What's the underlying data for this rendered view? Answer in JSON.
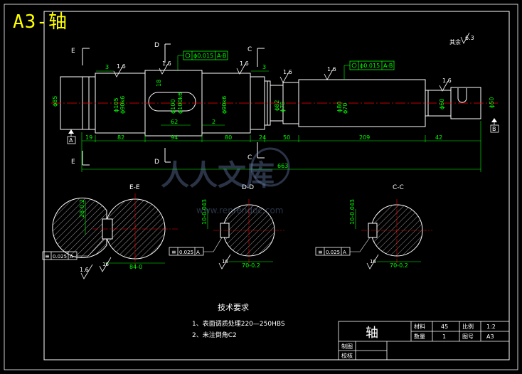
{
  "sheet_title": "A3-轴",
  "roughness_other": "其余",
  "roughness_other_value": "6.3",
  "section_letters": {
    "E": "E",
    "D": "D",
    "C": "C"
  },
  "datums": {
    "A": "A",
    "B": "B"
  },
  "tolerance_frames": [
    {
      "value": "ϕ0.015",
      "datum": "A-B"
    },
    {
      "value": "ϕ0.015",
      "datum": "A-B"
    }
  ],
  "roughness_values": [
    "1.6",
    "1.6",
    "1.6",
    "1.6",
    "1.6",
    "1.6"
  ],
  "top_dims": {
    "d3a": "3",
    "d3b": "3",
    "d2": "2",
    "d62": "62"
  },
  "bottom_dims": [
    "19",
    "82",
    "94",
    "80",
    "24",
    "50",
    "209",
    "42"
  ],
  "overall_length": "663",
  "diameters": {
    "left_end": "ϕ85",
    "journal1": "ϕ105",
    "journal1b": "ϕ90k6",
    "center": "ϕ100",
    "center_b": "ϕ100k6",
    "journal2": "ϕ90k6",
    "step": "ϕ82",
    "step_b": "ϕ75",
    "long": "ϕ80",
    "long_b": "ϕ70",
    "right1": "ϕ60",
    "right2": "ϕ50",
    "keyway_depth": "18"
  },
  "sections": [
    {
      "label": "E-E",
      "depth": "28-0.2",
      "width": "84-0",
      "tol_sym": "≡",
      "tol_val": "0.025",
      "tol_datum": "A",
      "rough": "1.6",
      "rough2": "16"
    },
    {
      "label": "D-D",
      "depth": "10-0.043",
      "width": "70-0.2",
      "tol_sym": "≡",
      "tol_val": "0.025",
      "tol_datum": "A",
      "rough": "16"
    },
    {
      "label": "C-C",
      "depth": "10-0.043",
      "width": "70-0.2",
      "tol_sym": "≡",
      "tol_val": "0.025",
      "tol_datum": "A",
      "rough": "16"
    }
  ],
  "tech_req": {
    "heading": "技术要求",
    "items": [
      "1、表面调质处理220—250HBS",
      "2、未注倒角C2"
    ]
  },
  "title_block": {
    "part_name": "轴",
    "material_label": "材料",
    "material_value": "45",
    "scale_label": "比例",
    "scale_value": "1:2",
    "qty_label": "数量",
    "qty_value": "1",
    "drawing_no_label": "图号",
    "drawing_no_value": "A3",
    "drawn_label": "制图",
    "checked_label": "校核"
  },
  "watermark": {
    "text": "人人文库",
    "url": "www.renrendoc.com"
  },
  "colors": {
    "background": "#000000",
    "outline": "#ffffff",
    "dimension": "#00ff00",
    "centerline": "#ff0000",
    "title": "#ffff00"
  }
}
